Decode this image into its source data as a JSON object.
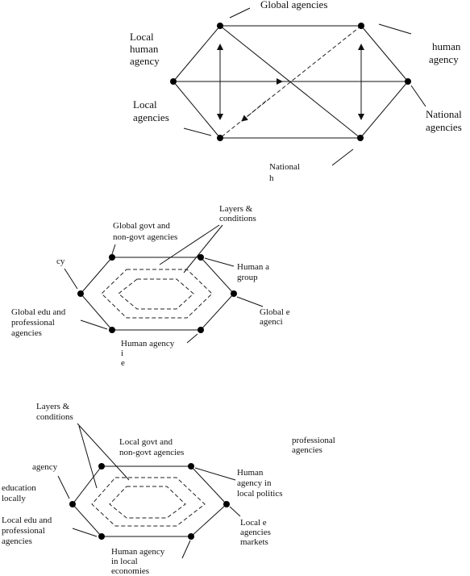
{
  "diagram1": {
    "labels": {
      "global_agencies": "Global agencies",
      "local_human_1": "Local",
      "local_human_2": "human",
      "local_human_3": "agency",
      "local_agencies_1": "Local",
      "local_agencies_2": "agencies",
      "human_agency_1": "human",
      "human_agency_2": "agency",
      "national_agencies_1": "National",
      "national_agencies_2": "agencies",
      "national_human_1": "National",
      "national_human_2": "h"
    }
  },
  "diagram2": {
    "labels": {
      "layers_1": "Layers &",
      "layers_2": "conditions",
      "global_govt_1": "Global govt and",
      "global_govt_2": "non-govt agencies",
      "left_top": "cy",
      "human_right_1": "Human a",
      "human_right_2": "group",
      "global_right_1": "Global e",
      "global_right_2": "agenci",
      "global_edu_1": "Global edu and",
      "global_edu_2": "professional",
      "global_edu_3": "agencies",
      "human_bottom_1": "Human agency",
      "human_bottom_2": "i",
      "human_bottom_3": "e"
    }
  },
  "diagram3": {
    "labels": {
      "layers_1": "Layers &",
      "layers_2": "conditions",
      "local_govt_1": "Local govt and",
      "local_govt_2": "non-govt agencies",
      "top_right_1": "professional",
      "top_right_2": "agencies",
      "left_1": "agency",
      "left_2": "education",
      "left_3": "locally",
      "human_right_1": "Human",
      "human_right_2": "agency in",
      "human_right_3": "local politics",
      "local_right_1": "Local e",
      "local_right_2": "agencies",
      "local_right_3": "markets",
      "local_edu_1": "Local edu and",
      "local_edu_2": "professional",
      "local_edu_3": "agencies",
      "human_bottom_1": "Human agency",
      "human_bottom_2": "in local",
      "human_bottom_3": "economies"
    }
  }
}
